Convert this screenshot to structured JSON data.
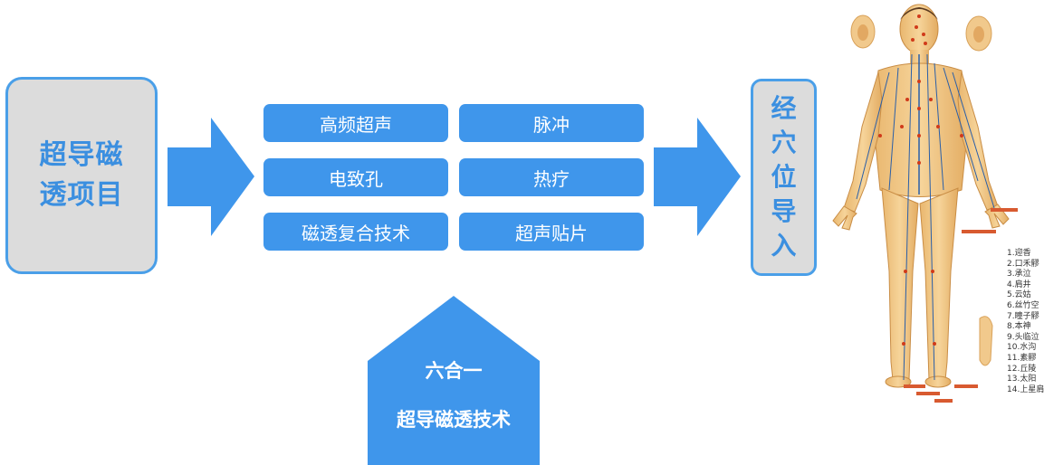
{
  "project": {
    "line1": "超导磁",
    "line2": "透项目"
  },
  "techniques": [
    "高频超声",
    "脉冲",
    "电致孔",
    "热疗",
    "磁透复合技术",
    "超声贴片"
  ],
  "target": {
    "label": "经穴位导入"
  },
  "combined": {
    "line1": "六合一",
    "line2": "超导磁透技术"
  },
  "legend": [
    "1.迎香",
    "2.口禾髎",
    "3.承泣",
    "4.肩井",
    "5.云姑",
    "6.丝竹空",
    "7.瞳子髎",
    "8.本神",
    "9.头临泣",
    "10.水沟",
    "11.素髎",
    "12.丘陵",
    "13.太阳",
    "14.上星肩"
  ],
  "colors": {
    "accent": "#3f96eb",
    "box_fill": "#dcdcdc",
    "box_border": "#4a9fe8",
    "text_accent": "#3b8fe0"
  }
}
